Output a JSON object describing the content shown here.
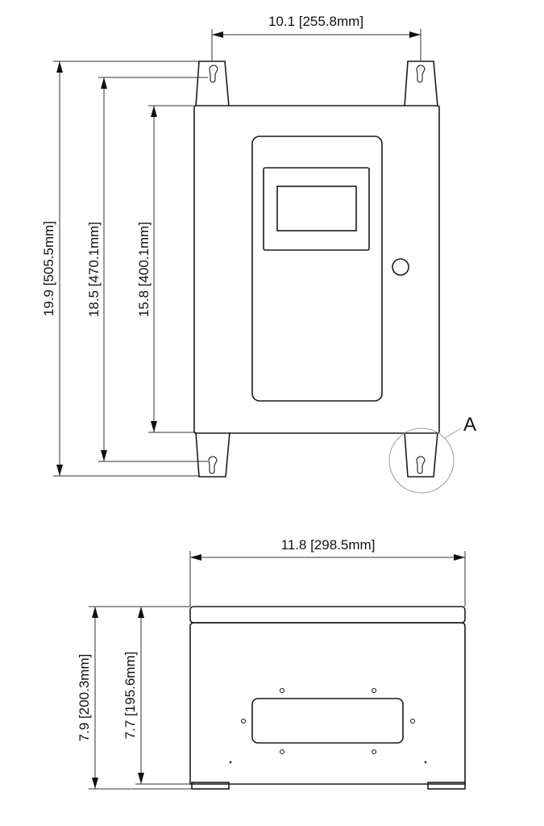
{
  "front_view": {
    "width_dim": "10.1 [255.8mm]",
    "height_overall_dim": "19.9 [505.5mm]",
    "height_mounting_dim": "18.5 [470.1mm]",
    "height_body_dim": "15.8 [400.1mm]",
    "detail_callout": "A"
  },
  "bottom_view": {
    "width_dim": "11.8 [298.5mm]",
    "height_overall_dim": "7.9 [200.3mm]",
    "height_body_dim": "7.7 [195.6mm]"
  }
}
